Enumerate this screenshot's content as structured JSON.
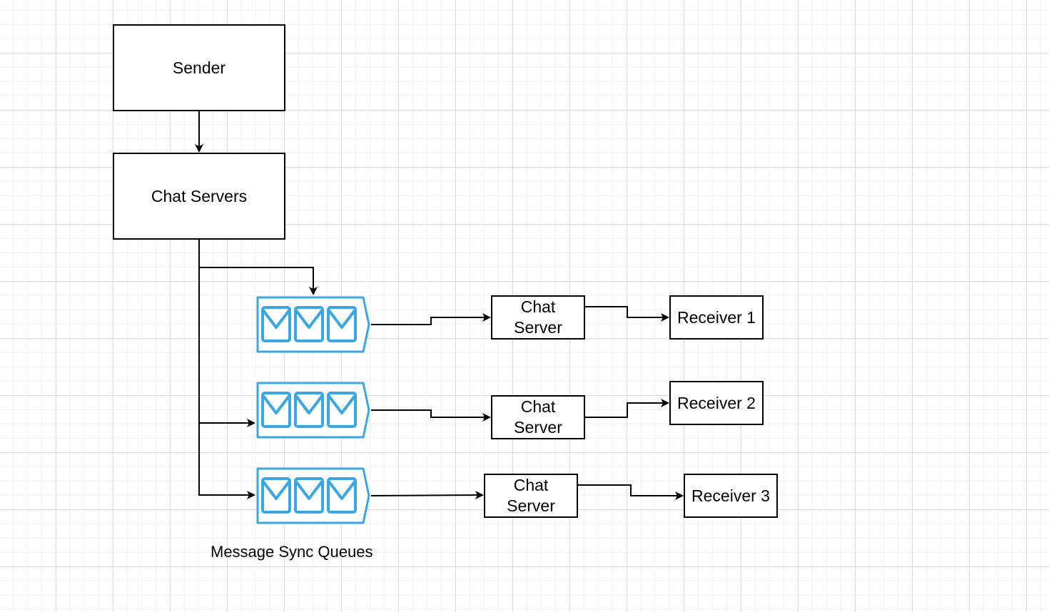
{
  "sender": {
    "label": "Sender"
  },
  "chat_servers": {
    "label": "Chat Servers"
  },
  "queues": {
    "caption": "Message Sync Queues",
    "items": [
      {
        "icon": "message-queue-icon"
      },
      {
        "icon": "message-queue-icon"
      },
      {
        "icon": "message-queue-icon"
      }
    ]
  },
  "servers": [
    {
      "line1": "Chat",
      "line2": "Server"
    },
    {
      "line1": "Chat",
      "line2": "Server"
    },
    {
      "line1": "Chat",
      "line2": "Server"
    }
  ],
  "receivers": [
    {
      "label": "Receiver 1"
    },
    {
      "label": "Receiver 2"
    },
    {
      "label": "Receiver 3"
    }
  ],
  "colors": {
    "queue_blue": "#3aa8e0",
    "stroke": "#000000",
    "grid": "#dcdcdc"
  }
}
